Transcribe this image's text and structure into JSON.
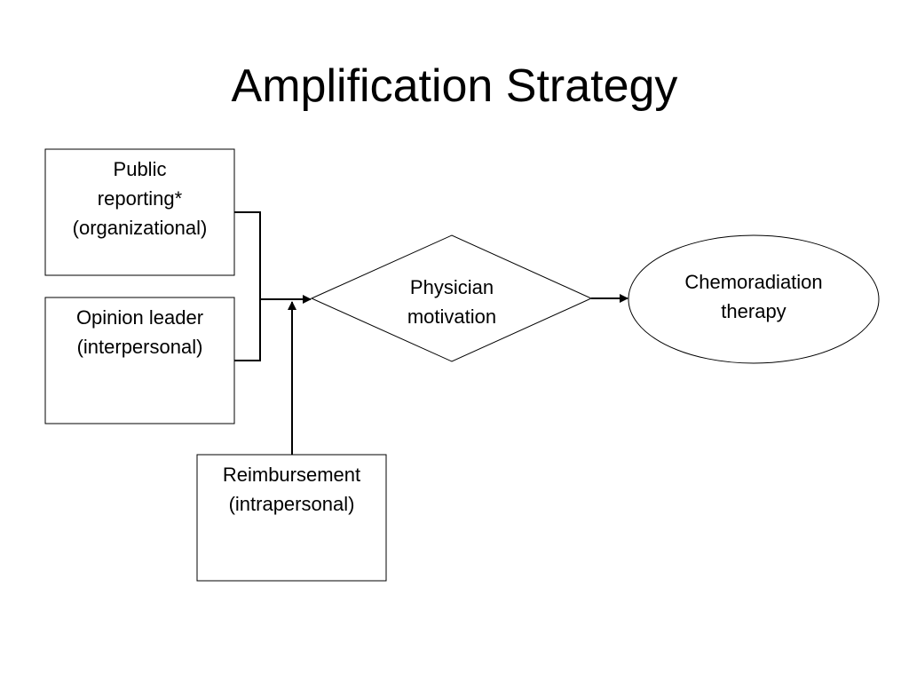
{
  "slide": {
    "title": "Amplification Strategy"
  },
  "diagram": {
    "nodes": {
      "public_reporting": {
        "shape": "rectangle",
        "lines": [
          "Public",
          "reporting*",
          "(organizational)"
        ]
      },
      "opinion_leader": {
        "shape": "rectangle",
        "lines": [
          "Opinion leader",
          "(interpersonal)"
        ]
      },
      "reimbursement": {
        "shape": "rectangle",
        "lines": [
          "Reimbursement",
          "(intrapersonal)"
        ]
      },
      "physician_motivation": {
        "shape": "diamond",
        "lines": [
          "Physician",
          "motivation"
        ]
      },
      "chemoradiation_therapy": {
        "shape": "ellipse",
        "lines": [
          "Chemoradiation",
          "therapy"
        ]
      }
    },
    "edges": [
      {
        "from": "public_reporting",
        "to": "physician_motivation"
      },
      {
        "from": "opinion_leader",
        "to": "physician_motivation"
      },
      {
        "from": "reimbursement",
        "to": "physician_motivation"
      },
      {
        "from": "physician_motivation",
        "to": "chemoradiation_therapy"
      }
    ],
    "colors": {
      "stroke": "#000000",
      "fill": "#ffffff",
      "text": "#000000"
    }
  }
}
